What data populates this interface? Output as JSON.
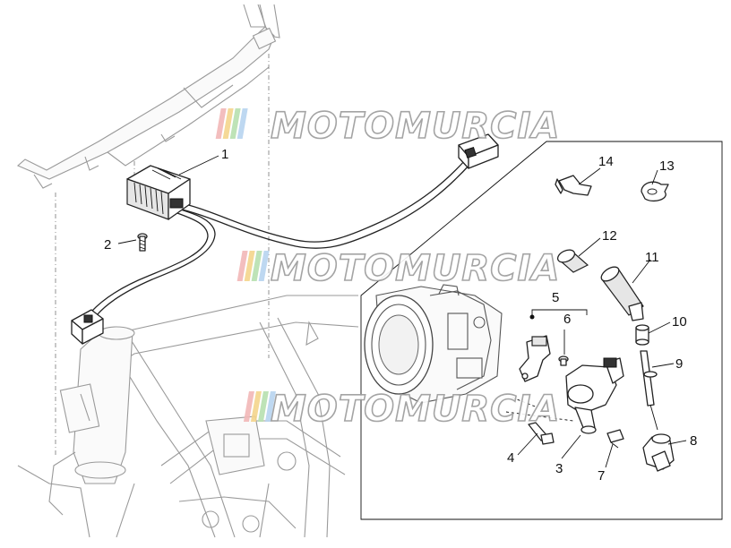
{
  "diagram": {
    "callouts": {
      "c1": "1",
      "c2": "2",
      "c3": "3",
      "c4": "4",
      "c5": "5",
      "c6": "6",
      "c7": "7",
      "c8": "8",
      "c9": "9",
      "c10": "10",
      "c11": "11",
      "c12": "12",
      "c13": "13",
      "c14": "14"
    },
    "watermark": {
      "text": "MOTOMURCIA",
      "stripe_colors": [
        "#f2b8b8",
        "#f5d58c",
        "#b8e0b0",
        "#b8d4f0"
      ]
    }
  }
}
